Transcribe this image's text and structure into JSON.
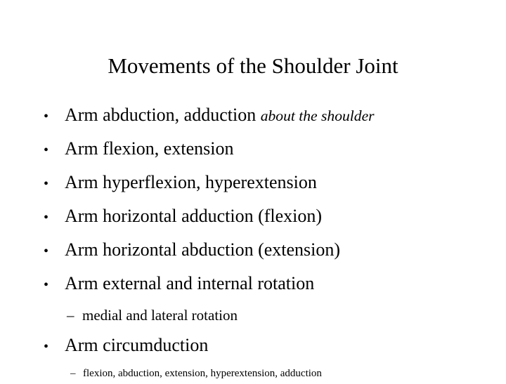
{
  "slide": {
    "title": "Movements of the Shoulder Joint",
    "background_color": "#ffffff",
    "text_color": "#000000",
    "bullet_marker_level1": "•",
    "bullet_marker_level2": "–",
    "items": [
      {
        "level": 1,
        "marker": "•",
        "text": "Arm abduction, adduction ",
        "emphasis": "about the shoulder"
      },
      {
        "level": 1,
        "marker": "•",
        "text": "Arm flexion, extension"
      },
      {
        "level": 1,
        "marker": "•",
        "text": "Arm hyperflexion, hyperextension"
      },
      {
        "level": 1,
        "marker": "•",
        "text": "Arm horizontal adduction (flexion)"
      },
      {
        "level": 1,
        "marker": "•",
        "text": "Arm horizontal abduction (extension)"
      },
      {
        "level": 1,
        "marker": "•",
        "text": "Arm external and internal rotation"
      },
      {
        "level": 2,
        "marker": "–",
        "text": "medial and lateral rotation"
      },
      {
        "level": 1,
        "marker": "•",
        "text": "Arm circumduction"
      },
      {
        "level": 2,
        "marker": "–",
        "text": "flexion, abduction, extension, hyperextension, adduction"
      }
    ]
  }
}
